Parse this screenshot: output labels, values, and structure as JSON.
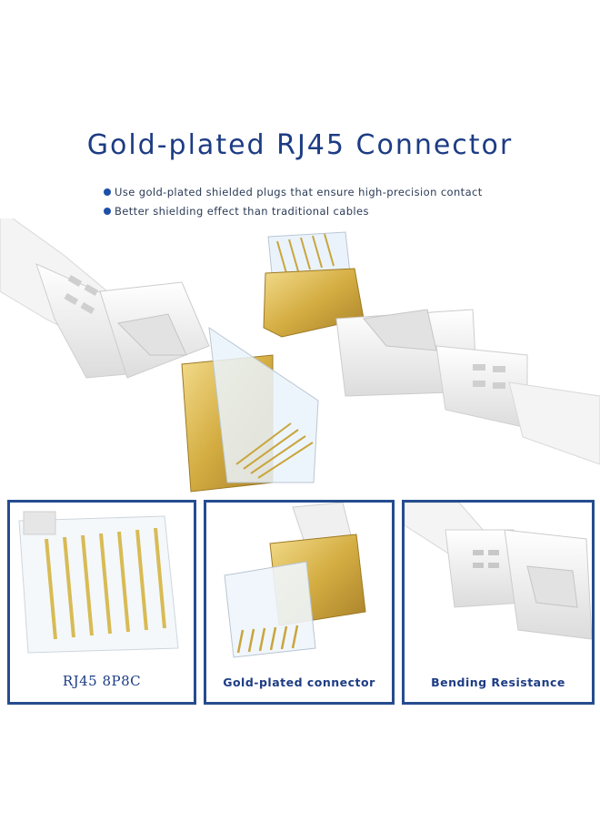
{
  "header": {
    "title": "Gold-plated RJ45 Connector",
    "bullets": [
      "Use gold-plated shielded plugs that ensure high-precision contact",
      "Better shielding effect than traditional cables"
    ]
  },
  "panels": [
    {
      "label": "RJ45 8P8C"
    },
    {
      "label": "Gold-plated connector"
    },
    {
      "label": "Bending Resistance"
    }
  ],
  "colors": {
    "title": "#1d3c84",
    "bullet_dot": "#1e50a8",
    "panel_border": "#254c8f",
    "gold": "#d8b44a"
  }
}
